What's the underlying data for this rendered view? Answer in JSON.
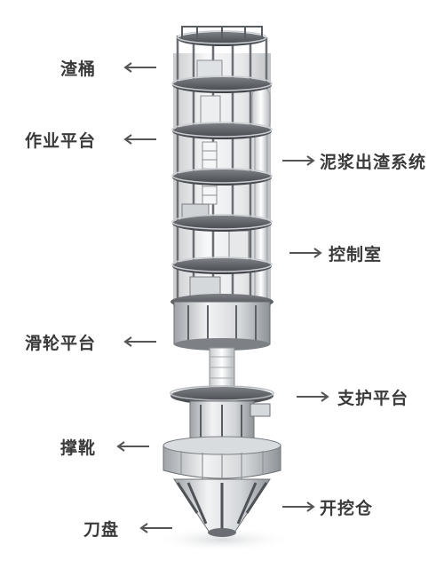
{
  "labels": {
    "slag_bucket": "渣桶",
    "work_platform": "作业平台",
    "mud_system": "泥浆出渣系统",
    "control_room": "控制室",
    "pulley_platform": "滑轮平台",
    "support_platform": "支护平台",
    "brace_shoe": "撑靴",
    "excavation_chamber": "开挖仓",
    "cutterhead": "刀盘"
  },
  "colors": {
    "text": "#3a3a3a",
    "arrow": "#555555",
    "metal_light": "#e8eaec",
    "metal_mid": "#b9bdc1",
    "metal_dark": "#4a4d52"
  }
}
